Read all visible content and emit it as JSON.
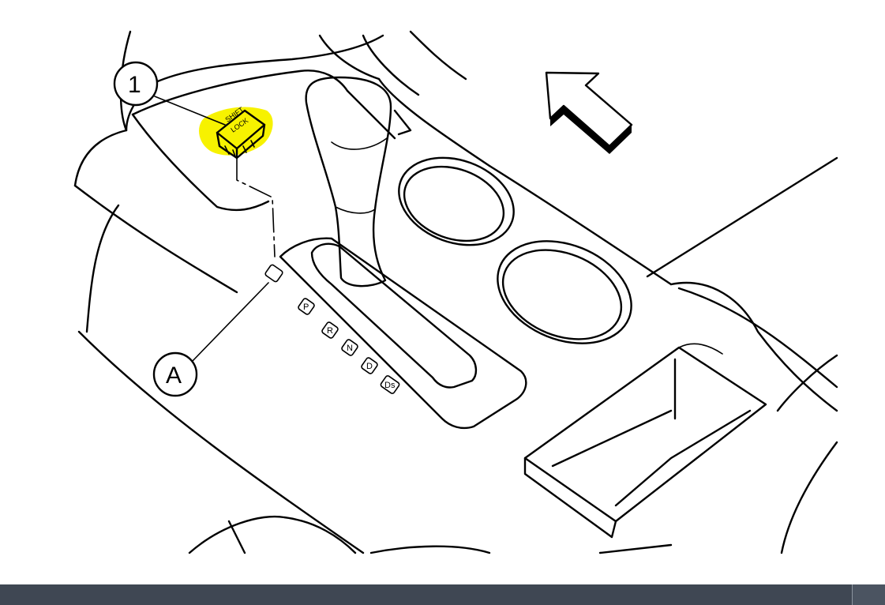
{
  "callouts": {
    "part_number": "1",
    "location_letter": "A"
  },
  "switch_label": {
    "line1": "SHIFT",
    "line2": "LOCK"
  },
  "gear_positions": [
    "P",
    "R",
    "N",
    "D",
    "Ds"
  ],
  "icons": {
    "direction_arrow": "front-direction-arrow-icon"
  },
  "colors": {
    "highlight": "#f7f200",
    "line": "#000000",
    "bottom_bar": "#3f4753"
  }
}
